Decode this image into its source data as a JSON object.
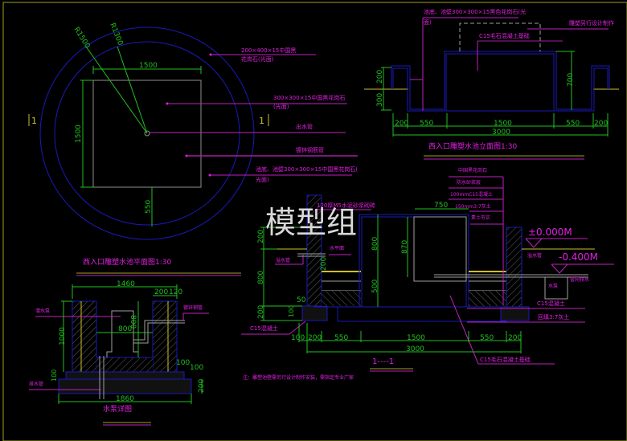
{
  "watermark": "模型组",
  "colors": {
    "background": "#000000",
    "frame": "#a0a020",
    "outline": "#1a1ab8",
    "dimension": "#20c020",
    "annotation": "#e020e0",
    "section_mark": "#c8c030",
    "hidden": "#a0a0a0"
  },
  "plan_view": {
    "title": "西入口雕塑水池平面图1:30",
    "radius_outer": "R1500",
    "radius_inner": "R1300",
    "dim_width": "1500",
    "dim_height": "1500",
    "dim_offset": "550",
    "section_left": "1",
    "section_right": "1",
    "callouts": [
      {
        "line1": "200×400×15中国黑",
        "line2": "花岗石(光面)"
      },
      {
        "line1": "300×300×15中国黑花岗石",
        "line2": "(光面)"
      },
      {
        "line1": "出水管",
        "line2": ""
      },
      {
        "line1": "镀锌钢筋管",
        "line2": ""
      },
      {
        "line1": "池底、池壁300×300×15中国黑花岗石(",
        "line2": "光面)"
      }
    ]
  },
  "elevation_view": {
    "title": "西入口雕塑水池立面图1:30",
    "callout_top": {
      "line1": "池底、池壁300×300×15黑色花岗石(光",
      "line2": "面)"
    },
    "callout_sculpture": "雕塑另行设计制作",
    "callout_base": "C15毛石混凝土基础",
    "dims_h": [
      "200",
      "550",
      "1500",
      "550",
      "200"
    ],
    "dim_total": "3000",
    "dims_v_left": [
      "200",
      "300"
    ],
    "dim_v_right": "700"
  },
  "section_view": {
    "title": "1----1",
    "callout_wall": "120厚M5水泥砂浆砌砖",
    "callout_water_level": "水平面",
    "callout_overflow": "溢水管",
    "callout_concrete": "C15混凝土",
    "callout_foundation": "C15毛石混凝土基础",
    "layers": [
      "中国黑花岗石",
      "防水砂浆层",
      "100mmC15混凝土",
      "150mm3:7灰土",
      "素土夯实"
    ],
    "elev_top": "±0.000M",
    "elev_bottom": "-0.400M",
    "callout_drain_pipe": "溢水管",
    "callout_pipe_drain": "管网排水",
    "callout_sump": "水泵",
    "callout_c15_right": "C15混凝土",
    "callout_lime_right": "回填3:7灰土",
    "dims_v_left": [
      "200",
      "800",
      "200"
    ],
    "dim_small": "200",
    "dim_50": "50",
    "dim_100v": "100",
    "dims_v_mid": [
      "800",
      "500"
    ],
    "dim_870": "870",
    "dim_750": "750",
    "dims_h": [
      "100",
      "200",
      "550",
      "1500",
      "550",
      "200"
    ],
    "dim_total": "3000"
  },
  "pump_view": {
    "title": "水泵详图",
    "callout_left": "潜水泵",
    "callout_right": "镀锌钢管",
    "callout_drain": "排水管",
    "dim_top": "1460",
    "dim_200": "200",
    "dim_120": "120",
    "dim_800h": "800",
    "dim_800v": "800",
    "dim_1000": "1000",
    "dim_100a": "100",
    "dim_100b": "100",
    "dim_100c": "100",
    "dim_200v": "200",
    "dim_bottom": "1860"
  },
  "note": "注：雕塑池壁需另行设计制作安装，需指定专业厂家"
}
